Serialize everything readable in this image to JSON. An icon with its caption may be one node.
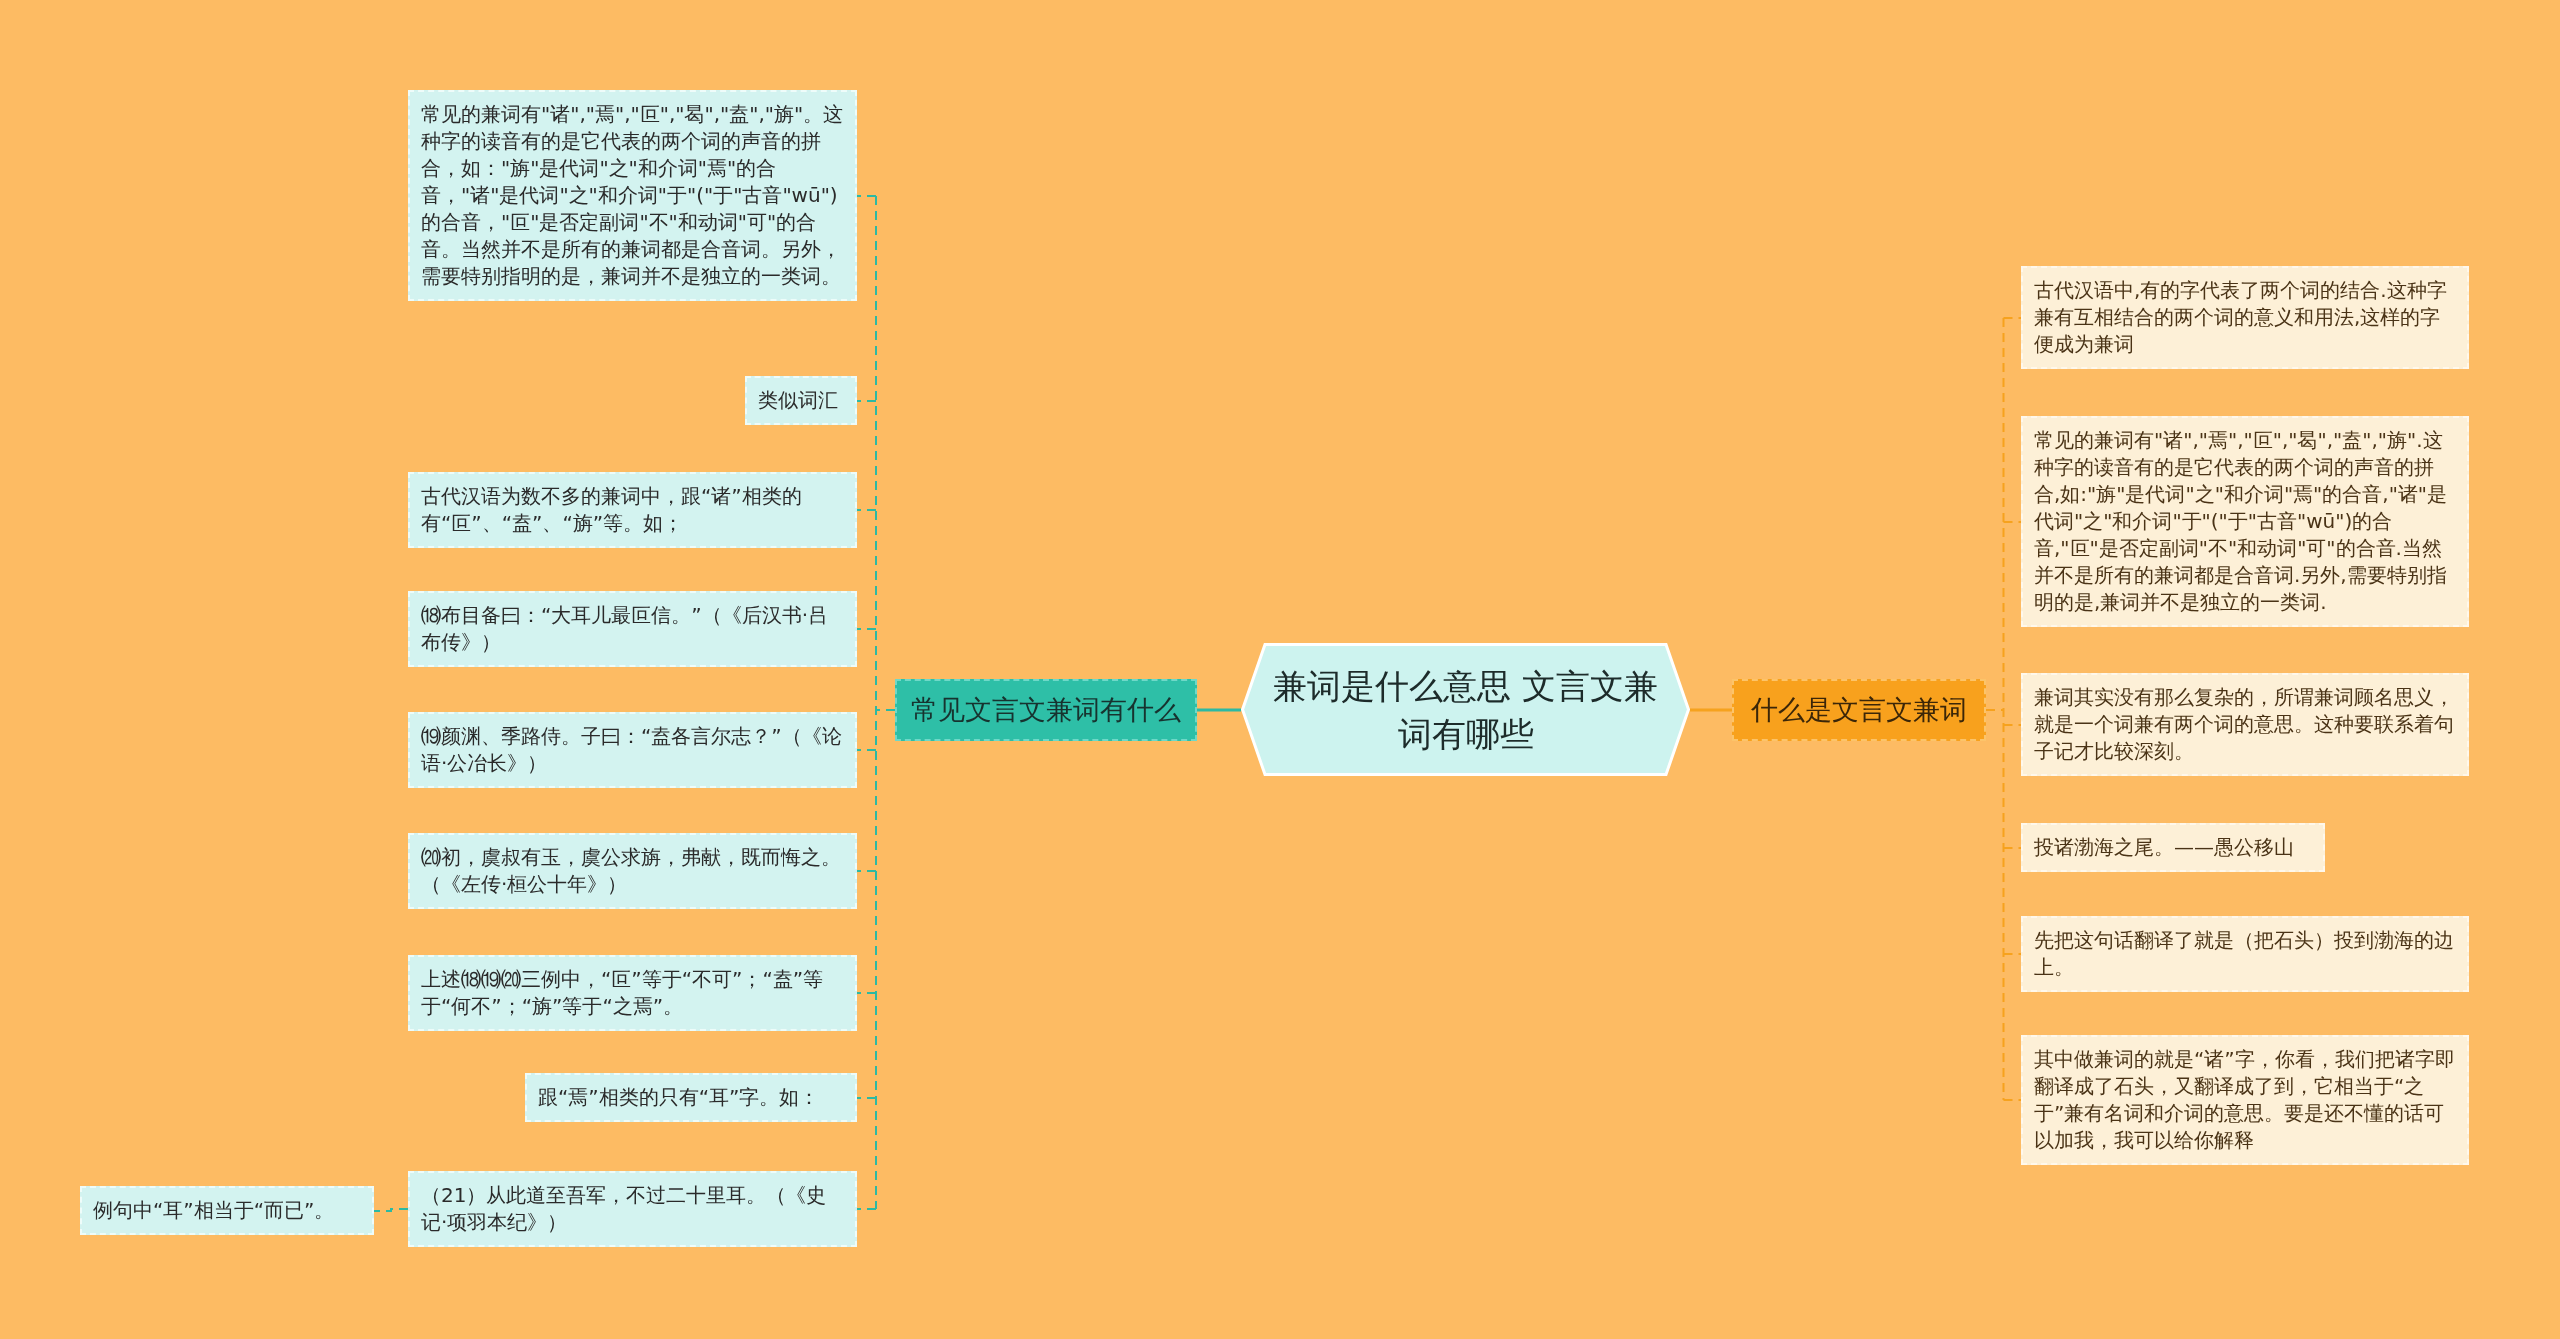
{
  "diagram": {
    "nodes": [
      {
        "text": [
          "兼词是什么意思 文言文兼词有哪些"
        ]
      },
      {
        "text": [
          "常见文言文兼词有什么"
        ]
      },
      {
        "text": [
          "常见的兼词有\"诸\",\"焉\",\"叵\",\"曷\",\"盍\",\"旃\"。这种字的读音有的是它代表的两个词的声音的拼合，如：\"旃\"是代词\"之\"和介词\"焉\"的合音，\"诸\"是代词\"之\"和介词\"于\"(\"于\"古音\"wū\")的合音，\"叵\"是否定副词\"不\"和动词\"可\"的合音。当然并不是所有的兼词都是合音词。另外，需要特别指明的是，兼词并不是独立的一类词。"
        ]
      },
      {
        "text": [
          "类似词汇"
        ]
      },
      {
        "text": [
          "古代汉语为数不多的兼词中，跟“诸”相类的有“叵”、“盍”、“旃”等。如；"
        ]
      },
      {
        "text": [
          "⒅布目备曰：“大耳儿最叵信。”（《后汉书·吕布传》）"
        ]
      },
      {
        "text": [
          "⒆颜渊、季路侍。子曰：“盍各言尔志？”（《论语·公冶长》）"
        ]
      },
      {
        "text": [
          "⒇初，虞叔有玉，虞公求旃，弗献，既而悔之。（《左传·桓公十年》）"
        ]
      },
      {
        "text": [
          "上述⒅⒆⒇三例中，“叵”等于“不可”；“盍”等于“何不”；“旃”等于“之焉”。"
        ]
      },
      {
        "text": [
          "跟“焉”相类的只有“耳”字。如："
        ]
      },
      {
        "text": [
          "（21）从此道至吾军，不过二十里耳。（《史记·项羽本纪》）"
        ]
      },
      {
        "text": [
          "例句中“耳”相当于“而已”。"
        ]
      },
      {
        "text": [
          "什么是文言文兼词"
        ]
      },
      {
        "text": [
          "古代汉语中,有的字代表了两个词的结合.这种字兼有互相结合的两个词的意义和用法,这样的字便成为兼词"
        ]
      },
      {
        "text": [
          "常见的兼词有\"诸\",\"焉\",\"叵\",\"曷\",\"盍\",\"旃\".这种字的读音有的是它代表的两个词的声音的拼合,如:\"旃\"是代词\"之\"和介词\"焉\"的合音,\"诸\"是代词\"之\"和介词\"于\"(\"于\"古音\"wū\")的合音,\"叵\"是否定副词\"不\"和动词\"可\"的合音.当然并不是所有的兼词都是合音词.另外,需要特别指明的是,兼词并不是独立的一类词."
        ]
      },
      {
        "text": [
          "兼词其实没有那么复杂的，所谓兼词顾名思义，就是一个词兼有两个词的意思。这种要联系着句子记才比较深刻。"
        ]
      },
      {
        "text": [
          "投诸渤海之尾。——愚公移山"
        ]
      },
      {
        "text": [
          "先把这句话翻译了就是（把石头）投到渤海的边上。"
        ]
      },
      {
        "text": [
          "其中做兼词的就是“诸”字，你看，我们把诸字即翻译成了石头，又翻译成了到，它相当于“之于”兼有名词和介词的意思。要是还不懂的话可以加我，我可以给你解释"
        ]
      }
    ],
    "edges": [
      {
        "from": 0,
        "to": 1,
        "arrow": "none"
      },
      {
        "from": 1,
        "to": 2,
        "arrow": "none",
        "style": "dashed"
      },
      {
        "from": 1,
        "to": 3,
        "arrow": "none",
        "style": "dashed"
      },
      {
        "from": 1,
        "to": 4,
        "arrow": "none",
        "style": "dashed"
      },
      {
        "from": 1,
        "to": 5,
        "arrow": "none",
        "style": "dashed"
      },
      {
        "from": 1,
        "to": 6,
        "arrow": "none",
        "style": "dashed"
      },
      {
        "from": 1,
        "to": 7,
        "arrow": "none",
        "style": "dashed"
      },
      {
        "from": 1,
        "to": 8,
        "arrow": "none",
        "style": "dashed"
      },
      {
        "from": 1,
        "to": 9,
        "arrow": "none",
        "style": "dashed"
      },
      {
        "from": 1,
        "to": 10,
        "arrow": "none",
        "style": "dashed"
      },
      {
        "from": 10,
        "to": 11,
        "arrow": "none",
        "style": "dashed"
      },
      {
        "from": 0,
        "to": 12,
        "arrow": "none",
        "color": "#f6a21e"
      },
      {
        "from": 12,
        "to": 13,
        "arrow": "none",
        "style": "dashed",
        "color": "#f6a21e"
      },
      {
        "from": 12,
        "to": 14,
        "arrow": "none",
        "style": "dashed",
        "color": "#f6a21e"
      },
      {
        "from": 12,
        "to": 15,
        "arrow": "none",
        "style": "dashed",
        "color": "#f6a21e"
      },
      {
        "from": 12,
        "to": 16,
        "arrow": "none",
        "style": "dashed",
        "color": "#f6a21e"
      },
      {
        "from": 12,
        "to": 17,
        "arrow": "none",
        "style": "dashed",
        "color": "#f6a21e"
      },
      {
        "from": 12,
        "to": 18,
        "arrow": "none",
        "style": "dashed",
        "color": "#f6a21e"
      }
    ]
  }
}
